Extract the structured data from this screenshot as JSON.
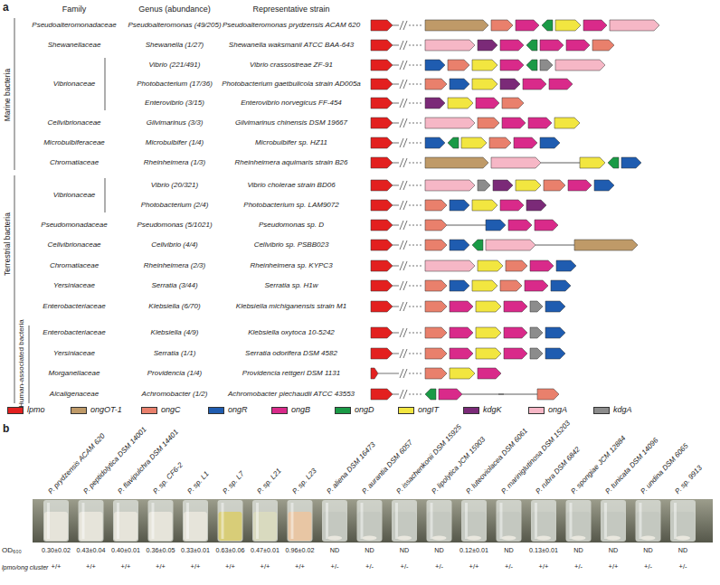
{
  "diagram": {
    "labels": [
      "a",
      "Family",
      "Genus (abundance)",
      "Representative strain",
      "Marine bacteria",
      "Terrestrial bacteria",
      "Human-associated bacteria",
      "Pseudoalteromonadaceae",
      "Pseudoalteromonas (49/205)",
      "Pseudoalteromonas prydzensis ACAM 620",
      "Shewanellaceae",
      "Shewanella (1/27)",
      "Shewanella waksmanii ATCC BAA-643",
      "Vibrionaceae",
      "Vibrio (221/491)",
      "Vibrio crassostreae ZF-91",
      "Photobacterium (17/36)",
      "Photobacterium gaetbulicola strain AD005a",
      "Enterovibrio (3/15)",
      "Enterovibrio norvegicus FF-454",
      "Cellvibrionaceae",
      "Gilvimarinus (3/3)",
      "Gilvimarinus chinensis DSM 19667",
      "Microbulbiferaceae",
      "Microbulbifer (1/4)",
      "Microbulbifer sp. HZ11",
      "Chromatiaceae",
      "Rheinheimera (1/3)",
      "Rheinheimera aquimaris strain B26",
      "Vibrionaceae",
      "Vibrio (20/321)",
      "Vibrio cholerae strain BD06",
      "Photobacterium (2/4)",
      "Photobacterium sp. LAM9072",
      "Pseudomonadaceae",
      "Pseudomonas (5/1021)",
      "Pseudomonas sp. D",
      "Cellvibrionaceae",
      "Cellvibrio (4/4)",
      "Cellvibrio sp. PSBB023",
      "Chromatiaceae",
      "Rheinheimera (2/3)",
      "Rheinheimera sp. KYPC3",
      "Yersiniaceae",
      "Serratia (3/44)",
      "Serratia sp. H1w",
      "Enterobacteriaceae",
      "Klebsiella (6/70)",
      "Klebsiella michiganensis strain M1",
      "Enterobacteriaceae",
      "Klebsiella (4/9)",
      "Klebsiella oxytoca 10-5242",
      "Yersiniaceae",
      "Serratia (1/1)",
      "Serratia odorifera DSM 4582",
      "Morganellaceae",
      "Providencia (1/4)",
      "Providencia rettgeri DSM 1131",
      "Alcaligenaceae",
      "Achromobacter (1/2)",
      "Achromobacter piechaudii ATCC 43553",
      "b",
      "P. prydzensis ACAM 620",
      "P. peptidolytica DSM 14001",
      "P. flavipulchra DSM 14401",
      "P. sp. CF6-2",
      "P. sp. L1",
      "P. sp. L7",
      "P. sp. L21",
      "P. sp. L23",
      "P. aliena DSM 16473",
      "P. aurantia DSM 6057",
      "P. issachenkonii DSM 15925",
      "P. lipolytica JCM 15903",
      "P. luteoviolacea DSM 6061",
      "P. mariniglutinosa DSM 15203",
      "P. rubra DSM 6842",
      "P. spongiae JCM 12884",
      "P. tunicata DSM 14096",
      "P. undina DSM 6065",
      "P. sp. 9913",
      "OD₆₀₀",
      "0.30±0.02",
      "0.43±0.04",
      "0.40±0.01",
      "0.36±0.05",
      "0.33±0.01",
      "0.63±0.06",
      "0.47±0.01",
      "0.96±0.02",
      "ND",
      "ND",
      "ND",
      "ND",
      "0.12±0.01",
      "ND",
      "0.13±0.01",
      "ND",
      "ND",
      "ND",
      "ND",
      "lpmo/ong cluster",
      "+/+",
      "+/+",
      "+/+",
      "+/+",
      "+/+",
      "+/+",
      "+/+",
      "+/+",
      "+/-",
      "+/-",
      "+/-",
      "+/-",
      "+/+",
      "+/-",
      "+/+",
      "+/-",
      "+/+",
      "+/-",
      "+/-"
    ],
    "legend": [
      {
        "text": "lpmo",
        "color": "#e3201f"
      },
      {
        "text": "ongOT-1",
        "color": "#bf9a68"
      },
      {
        "text": "ongC",
        "color": "#e9806c"
      },
      {
        "text": "ongR",
        "color": "#1f5cb0"
      },
      {
        "text": "ongB",
        "color": "#d92a8a"
      },
      {
        "text": "ongD",
        "color": "#1a9a46"
      },
      {
        "text": "ongIT",
        "color": "#f2e640"
      },
      {
        "text": "kdgK",
        "color": "#7b2a78"
      },
      {
        "text": "ongA",
        "color": "#f6b7c6"
      },
      {
        "text": "kdgA",
        "color": "#8c8c8c"
      }
    ]
  }
}
